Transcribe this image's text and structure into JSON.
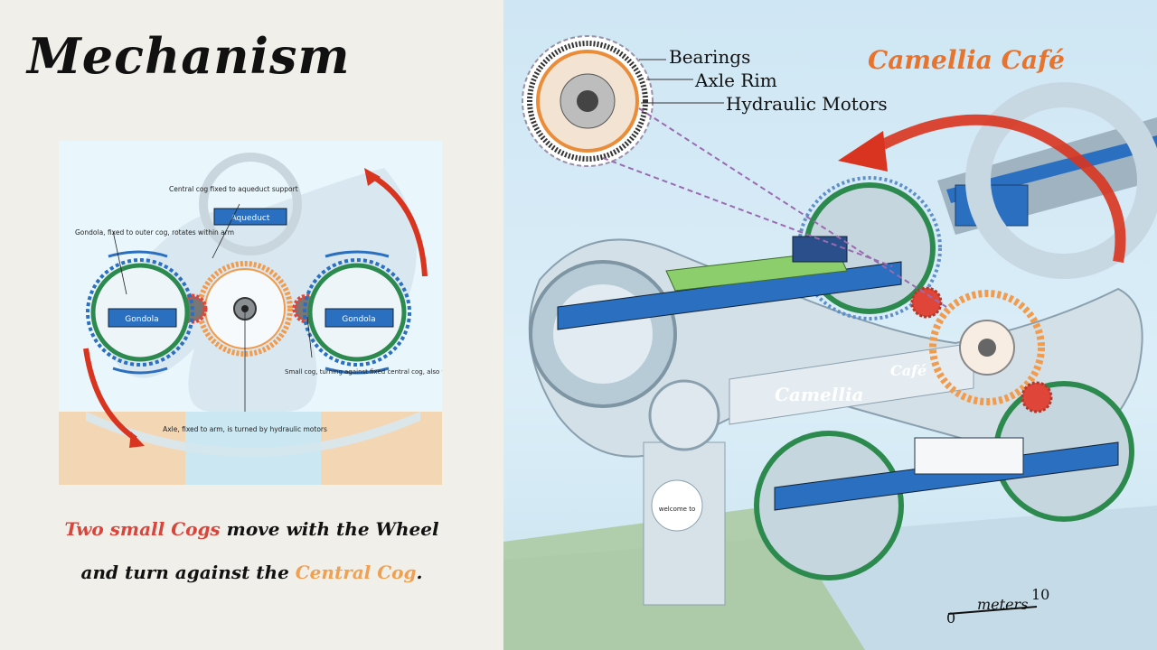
{
  "slide": {
    "title": "Mechanism",
    "caption_line1": {
      "part1": "Two small ",
      "highlight": "Cogs",
      "part2": " move with the Wheel"
    },
    "caption_line2": {
      "part1": "and turn against the ",
      "highlight": "Central Cog",
      "part2": "."
    }
  },
  "left_diagram": {
    "labels": {
      "central_cog": "Central cog fixed to aqueduct support",
      "gondola_fixed": "Gondola, fixed to outer cog, rotates within arm",
      "aqueduct": "Aqueduct",
      "gondola_left": "Gondola",
      "gondola_right": "Gondola",
      "small_cog": "Small cog, turning against fixed central cog, also turns outer cog",
      "axle": "Axle, fixed to arm, is turned by hydraulic motors"
    }
  },
  "right_diagram": {
    "callouts": {
      "bearings": "Bearings",
      "axle_rim": "Axle Rim",
      "hydraulic_motors": "Hydraulic Motors"
    },
    "cafe_heading": "Camellia Café",
    "axle_text_1": "Camellia",
    "axle_text_2": "Café",
    "sign_text": "welcome to",
    "scale": {
      "zero": "0",
      "unit": "meters",
      "max": "10"
    }
  },
  "colors": {
    "arrow_red": "#d9341f",
    "cog_orange": "#f29b4c",
    "gondola_blue": "#2a6fc0",
    "cafe_orange": "#e8732c"
  }
}
